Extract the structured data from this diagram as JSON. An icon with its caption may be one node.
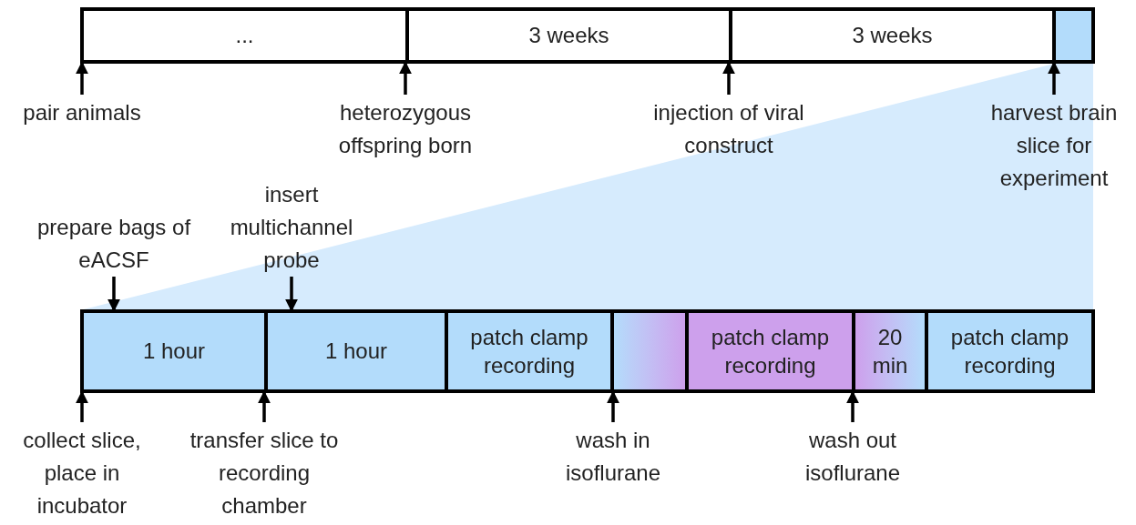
{
  "diagram": {
    "nodes": [
      {
        "text": [
          "..."
        ]
      },
      {
        "text": [
          "3 weeks"
        ]
      },
      {
        "text": [
          "3 weeks"
        ]
      },
      {
        "text": [],
        "shape": "box"
      },
      {
        "text": [
          "1 hour"
        ]
      },
      {
        "text": [
          "1 hour"
        ]
      },
      {
        "text": [
          "patch clamp recording"
        ]
      },
      {
        "text": [],
        "shape": "box"
      },
      {
        "text": [
          "patch clamp recording"
        ]
      },
      {
        "text": [
          "20 min"
        ]
      },
      {
        "text": [
          "patch clamp recording"
        ]
      },
      {
        "text": [
          "pair animals"
        ]
      },
      {
        "text": [
          "heterozygous offspring born"
        ]
      },
      {
        "text": [
          "injection of viral construct"
        ]
      },
      {
        "text": [
          "harvest brain slice for experiment"
        ]
      },
      {
        "text": [
          "prepare bags of eACSF"
        ]
      },
      {
        "text": [
          "insert multichannel probe"
        ]
      },
      {
        "text": [
          "collect slice, place in incubator"
        ]
      },
      {
        "text": [
          "transfer slice to recording chamber"
        ]
      },
      {
        "text": [
          "wash in isoflurane"
        ]
      },
      {
        "text": [
          "wash out isoflurane"
        ]
      }
    ],
    "edges": [
      {
        "from": 11,
        "to": 0,
        "arrow": "to"
      },
      {
        "from": 12,
        "to": 1,
        "arrow": "to"
      },
      {
        "from": 13,
        "to": 2,
        "arrow": "to"
      },
      {
        "from": 14,
        "to": 3,
        "arrow": "to"
      },
      {
        "from": 15,
        "to": 4,
        "arrow": "to"
      },
      {
        "from": 16,
        "to": 5,
        "arrow": "to"
      },
      {
        "from": 17,
        "to": 4,
        "arrow": "to"
      },
      {
        "from": 18,
        "to": 5,
        "arrow": "to"
      },
      {
        "from": 19,
        "to": 7,
        "arrow": "to"
      },
      {
        "from": 20,
        "to": 9,
        "arrow": "to"
      }
    ]
  }
}
